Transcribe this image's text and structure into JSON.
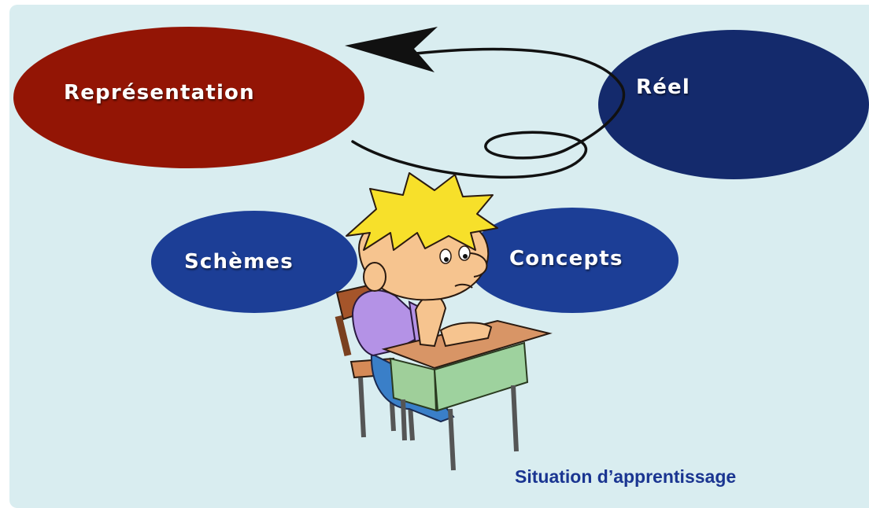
{
  "nodes": {
    "representation": "Représentation",
    "reel": "Réel",
    "schemes": "Schèmes",
    "concepts": "Concepts"
  },
  "caption": "Situation d’apprentissage",
  "colors": {
    "background": "#d9edf0",
    "representation": "#931505",
    "reel": "#142a6c",
    "schemes_concepts": "#1c3e96",
    "caption": "#1a3591"
  },
  "icons": {
    "arrow": "spiral-arrow-icon",
    "student": "student-at-desk-illustration"
  }
}
